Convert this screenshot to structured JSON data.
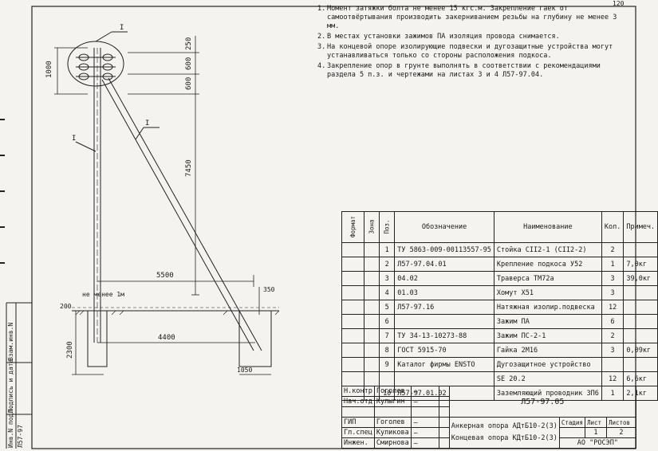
{
  "page_number": "120",
  "notes": [
    {
      "num": "1.",
      "text": "Момент затяжки болта не менее 15 кгс.м. Закрепление гаек от самоотвёртывания производить закерниванием резьбы на глубину не менее 3 мм."
    },
    {
      "num": "2.",
      "text": "В местах установки зажимов ПА изоляция провода снимается."
    },
    {
      "num": "3.",
      "text": "На концевой опоре изолирующие подвески и дугозащитные устройства могут устанавливаться только со стороны расположения подкоса."
    },
    {
      "num": "4.",
      "text": "Закрепление опор в грунте выполнять в соответствии с рекомендациями раздела 5 п.з. и чертежами на листах 3 и 4 Л57-97.04."
    }
  ],
  "drawing": {
    "callout_I": "I",
    "dim_1000": "1000",
    "dim_250": "250",
    "dim_600a": "600",
    "dim_600b": "600",
    "dim_7450": "7450",
    "dim_5500": "5500",
    "dim_min": "не менее 1м",
    "dim_200": "200",
    "dim_350": "350",
    "dim_4400": "4400",
    "dim_2300": "2300",
    "dim_1050": "1050"
  },
  "spec_table": {
    "headers": {
      "format": "Формат",
      "zone": "Зона",
      "pos": "Поз.",
      "designation": "Обозначение",
      "name": "Наименование",
      "qty": "Кол.",
      "note": "Примеч."
    },
    "rows": [
      {
        "pos": "1",
        "designation": "ТУ 5863-009-00113557-95",
        "name": "Стойка СII2-1 (СII2-2)",
        "qty": "2",
        "note": ""
      },
      {
        "pos": "2",
        "designation": "Л57-97.04.01",
        "name": "Крепление подкоса У52",
        "qty": "1",
        "note": "7,0кг"
      },
      {
        "pos": "3",
        "designation": "04.02",
        "name": "Траверса ТМ72а",
        "qty": "3",
        "note": "39,0кг"
      },
      {
        "pos": "4",
        "designation": "01.03",
        "name": "Хомут Х51",
        "qty": "3",
        "note": ""
      },
      {
        "pos": "5",
        "designation": "Л57-97.16",
        "name": "Натяжная изолир.подвеска",
        "qty": "12",
        "note": ""
      },
      {
        "pos": "6",
        "designation": "",
        "name": "Зажим ПА",
        "qty": "6",
        "note": ""
      },
      {
        "pos": "7",
        "designation": "ТУ 34-13-10273-88",
        "name": "Зажим ПС-2-1",
        "qty": "2",
        "note": ""
      },
      {
        "pos": "8",
        "designation": "ГОСТ 5915-70",
        "name": "Гайка 2М16",
        "qty": "3",
        "note": "0,09кг"
      },
      {
        "pos": "9",
        "designation": "Каталог фирмы ENSTO",
        "name": "Дугозащитное устройство",
        "qty": "",
        "note": ""
      },
      {
        "pos": "",
        "designation": "",
        "name": "SE 20.2",
        "qty": "12",
        "note": "6,6кг"
      },
      {
        "pos": "10",
        "designation": "Л57-97.01.02",
        "name": "Заземляющий проводник ЗП6",
        "qty": "1",
        "note": "2,1кг"
      }
    ]
  },
  "title_block": {
    "doc_code": "Л57-97.05",
    "people": [
      {
        "role": "Н.контр",
        "name": "Гоголев"
      },
      {
        "role": "Нач.отд",
        "name": "Кулыгин"
      },
      {
        "role": "",
        "name": ""
      },
      {
        "role": "ГИП",
        "name": "Гоголев"
      },
      {
        "role": "Гл.спец",
        "name": "Куликова"
      },
      {
        "role": "Инжен.",
        "name": "Смирнова"
      }
    ],
    "title_line1": "Анкерная опора АДтБ10-2(3)",
    "title_line2": "Концевая опора КДтБ10-2(3)",
    "stage_label": "Стадия",
    "sheet_label": "Лист",
    "sheets_label": "Листов",
    "stage": "",
    "sheet": "1",
    "sheets": "2",
    "org": "АО \"РОСЭП\""
  },
  "left_strip": {
    "inv": "Инв.N подл.",
    "sign": "Подпись и дата",
    "repl": "Взам.инв.N",
    "code": "Л57-97"
  }
}
